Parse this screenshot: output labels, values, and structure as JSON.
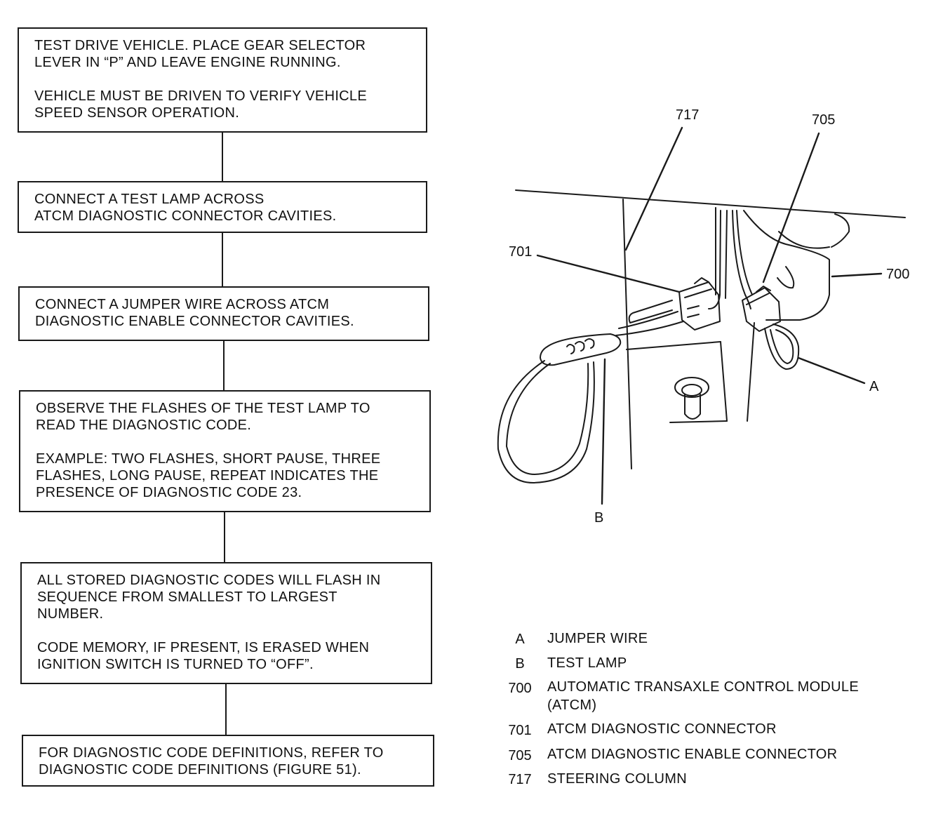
{
  "flowchart": {
    "steps": [
      {
        "paragraphs": [
          "TEST DRIVE VEHICLE. PLACE GEAR SELECTOR\nLEVER IN “P” AND LEAVE ENGINE RUNNING.",
          "VEHICLE MUST BE DRIVEN TO VERIFY VEHICLE\nSPEED SENSOR OPERATION."
        ]
      },
      {
        "paragraphs": [
          "CONNECT A TEST LAMP ACROSS\nATCM DIAGNOSTIC CONNECTOR CAVITIES."
        ]
      },
      {
        "paragraphs": [
          "CONNECT A JUMPER WIRE ACROSS ATCM\nDIAGNOSTIC ENABLE CONNECTOR CAVITIES."
        ]
      },
      {
        "paragraphs": [
          "OBSERVE THE FLASHES OF THE TEST LAMP TO\nREAD THE DIAGNOSTIC CODE.",
          "EXAMPLE: TWO FLASHES, SHORT PAUSE, THREE\nFLASHES, LONG PAUSE, REPEAT INDICATES THE\nPRESENCE OF DIAGNOSTIC CODE 23."
        ]
      },
      {
        "paragraphs": [
          "ALL STORED DIAGNOSTIC CODES WILL FLASH IN\nSEQUENCE FROM SMALLEST TO LARGEST\nNUMBER.",
          "CODE MEMORY, IF PRESENT, IS ERASED WHEN\nIGNITION SWITCH IS TURNED TO “OFF”."
        ]
      },
      {
        "paragraphs": [
          "FOR DIAGNOSTIC CODE DEFINITIONS, REFER TO\nDIAGNOSTIC CODE DEFINITIONS (FIGURE 51)."
        ]
      }
    ]
  },
  "illustration": {
    "callouts": {
      "c717": "717",
      "c705": "705",
      "c701": "701",
      "c700": "700",
      "cA": "A",
      "cB": "B"
    }
  },
  "legend": [
    {
      "code": "A",
      "text": "JUMPER WIRE"
    },
    {
      "code": "B",
      "text": "TEST LAMP"
    },
    {
      "code": "700",
      "text": "AUTOMATIC TRANSAXLE CONTROL MODULE\n(ATCM)"
    },
    {
      "code": "701",
      "text": "ATCM DIAGNOSTIC CONNECTOR"
    },
    {
      "code": "705",
      "text": "ATCM DIAGNOSTIC ENABLE CONNECTOR"
    },
    {
      "code": "717",
      "text": "STEERING COLUMN"
    }
  ]
}
